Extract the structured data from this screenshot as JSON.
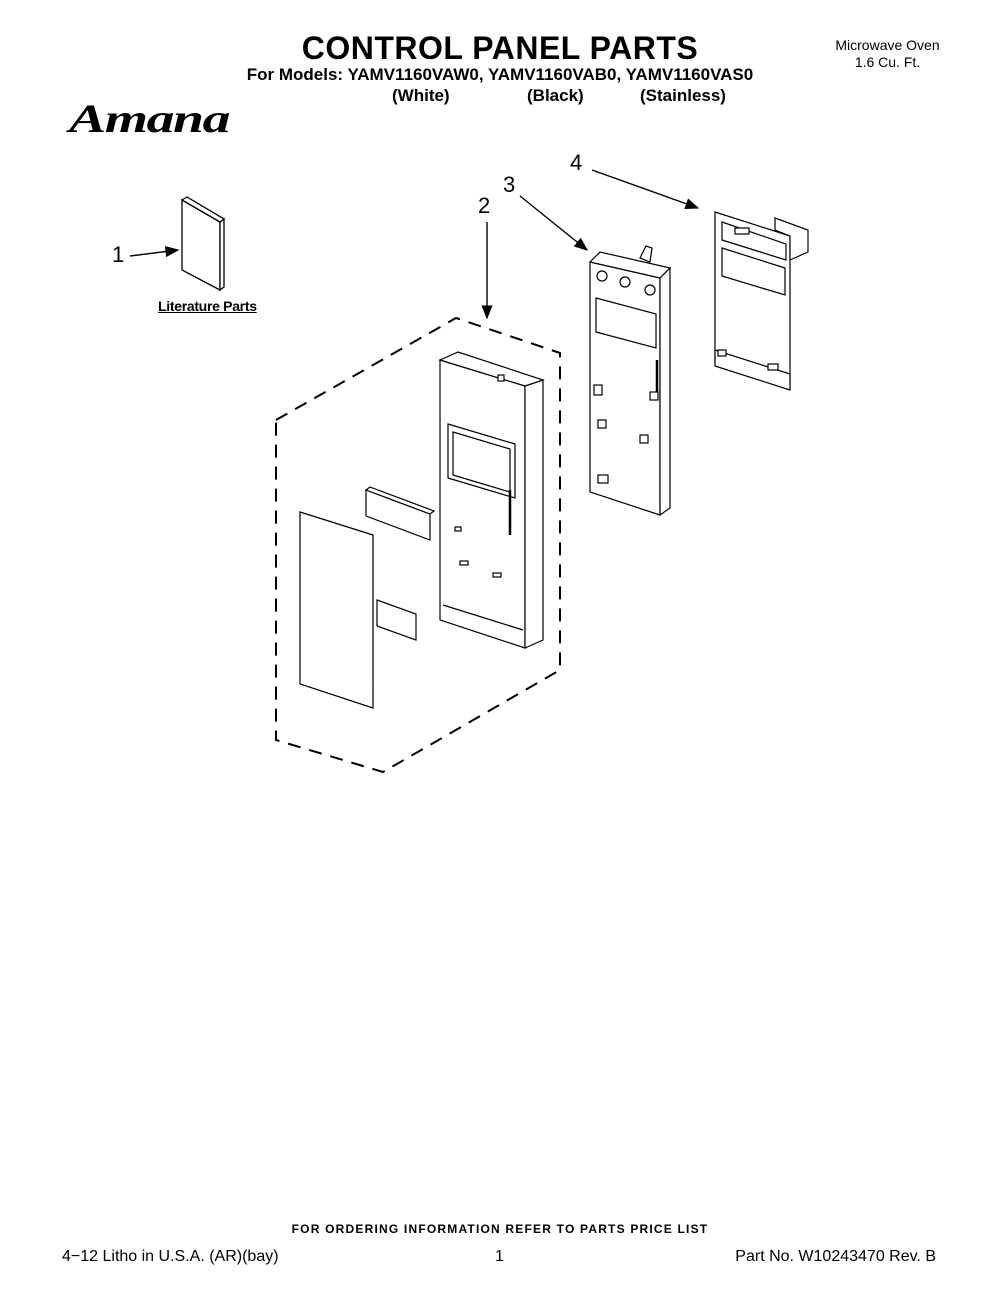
{
  "header": {
    "title": "CONTROL PANEL PARTS",
    "models_line": "For Models: YAMV1160VAW0, YAMV1160VAB0, YAMV1160VAS0",
    "variants": [
      "(White)",
      "(Black)",
      "(Stainless)"
    ],
    "product_type": "Microwave Oven",
    "capacity": "1.6 Cu. Ft.",
    "brand_logo": "Amana"
  },
  "diagram": {
    "callouts": [
      "1",
      "2",
      "3",
      "4"
    ],
    "literature_label": "Literature Parts"
  },
  "footer": {
    "ordering_note": "FOR ORDERING INFORMATION REFER TO PARTS PRICE LIST",
    "litho": "4−12 Litho in U.S.A. (AR)(bay)",
    "page_number": "1",
    "part_number": "Part No. W10243470 Rev. B"
  }
}
